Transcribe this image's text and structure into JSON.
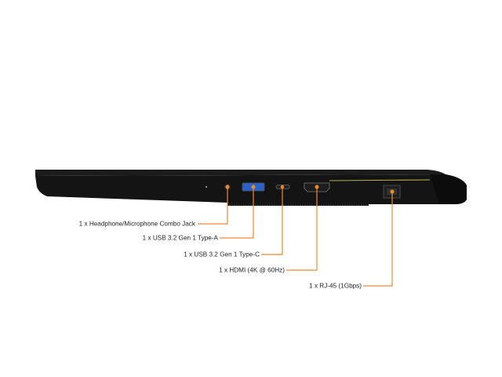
{
  "colors": {
    "accent": "#f08a2c",
    "body": "#141414",
    "usb_blue": "#2a62c8",
    "edge_highlight": "#b7b04a"
  },
  "ports": [
    {
      "label": "1 x Headphone/Microphone Combo Jack",
      "icon": "audio-jack-icon"
    },
    {
      "label": "1 x USB 3.2 Gen 1 Type-A",
      "icon": "usb-a-port-icon"
    },
    {
      "label": "1 x USB 3.2 Gen 1 Type-C",
      "icon": "usb-c-port-icon"
    },
    {
      "label": "1 x HDMI (4K @ 60Hz)",
      "icon": "hdmi-port-icon"
    },
    {
      "label": "1 x RJ-45 (1Gbps)",
      "icon": "rj45-port-icon"
    }
  ]
}
